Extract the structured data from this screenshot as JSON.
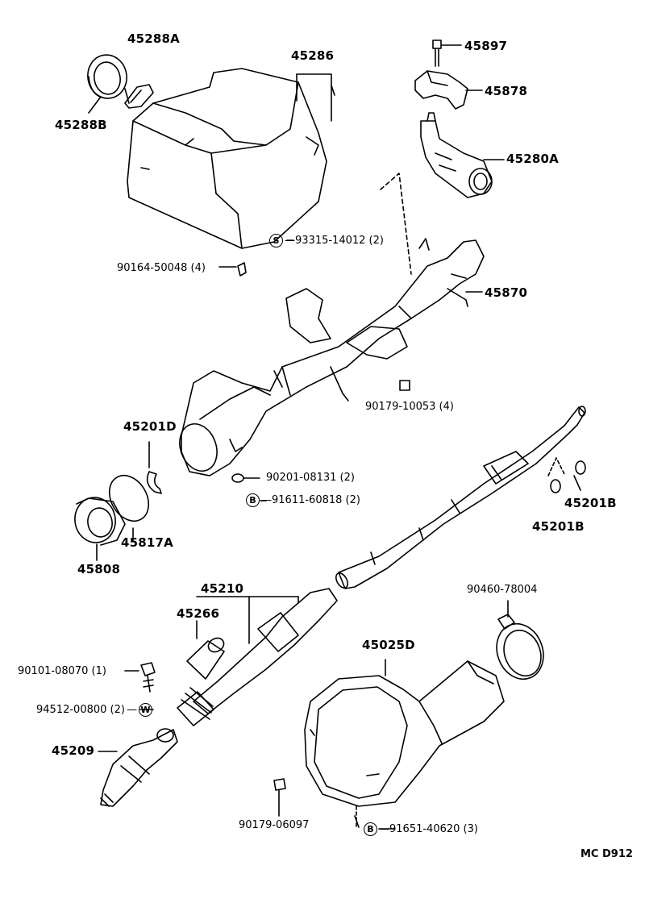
{
  "colors": {
    "ink": "#000000",
    "paper": "#ffffff"
  },
  "labels": {
    "p45288A": "45288A",
    "p45288B": "45288B",
    "p45286": "45286",
    "p45897": "45897",
    "p45878": "45878",
    "p45280A": "45280A",
    "s93315": "93315-14012 (2)",
    "s93315_symbol": "S",
    "p90164": "90164-50048 (4)",
    "p45870": "45870",
    "p90179_10053": "90179-10053 (4)",
    "p45201D": "45201D",
    "p90201": "90201-08131 (2)",
    "b91611": "91611-60818 (2)",
    "b91611_symbol": "B",
    "p45201B_a": "45201B",
    "p45201B_b": "45201B",
    "p45817A": "45817A",
    "p45808": "45808",
    "p45210": "45210",
    "p45266": "45266",
    "p90460": "90460-78004",
    "p45025D": "45025D",
    "p90101": "90101-08070 (1)",
    "p94512": "94512-00800 (2)",
    "w_symbol": "W",
    "p45209": "45209",
    "p90179_06097": "90179-06097",
    "b91651": "91651-40620 (3)",
    "b91651_symbol": "B",
    "code": "MC D912"
  }
}
